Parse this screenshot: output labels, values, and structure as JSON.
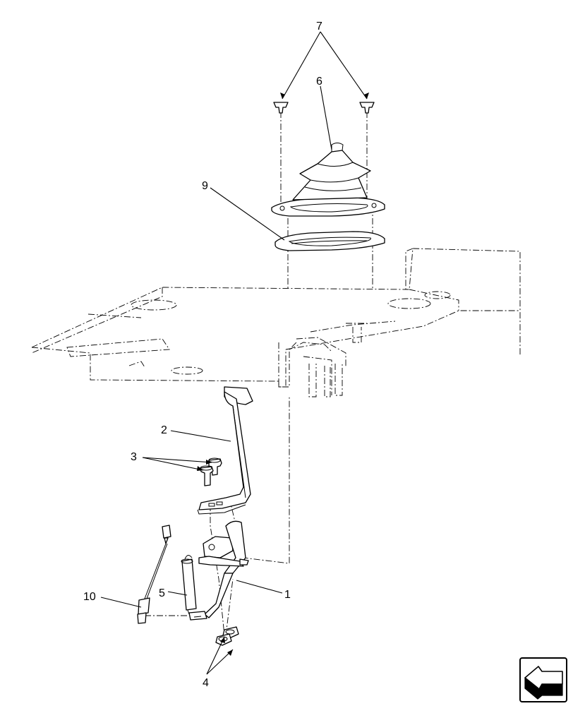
{
  "callouts": {
    "c1": "1",
    "c2": "2",
    "c3": "3",
    "c4": "4",
    "c5": "5",
    "c6": "6",
    "c7": "7",
    "c9": "9",
    "c10": "10"
  },
  "icons": {
    "nav": "page-turn-arrow-icon"
  }
}
